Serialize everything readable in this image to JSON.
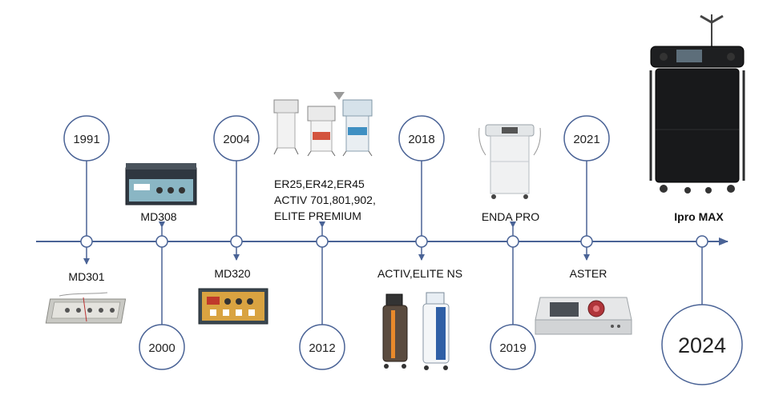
{
  "timeline": {
    "accent_color": "#4a6396",
    "nodes": [
      {
        "year": "1991",
        "product": "MD301",
        "picture": "md301-device"
      },
      {
        "year": "2000",
        "product": "MD308",
        "picture": "md308-device"
      },
      {
        "year": "2004",
        "product": "MD320",
        "picture": "md320-device"
      },
      {
        "year": "2012",
        "product_lines": [
          "ER25,ER42,ER45",
          "ACTIV 701,801,902,",
          "ELITE PREMIUM"
        ],
        "picture": "er-activ-elite-carts"
      },
      {
        "year": "2018",
        "product": "ACTIV,ELITE NS",
        "picture": "activ-elite-ns-towers"
      },
      {
        "year": "2019",
        "product": "ENDA PRO",
        "picture": "enda-pro-cart"
      },
      {
        "year": "2021",
        "product": "ASTER",
        "picture": "aster-device"
      },
      {
        "year": "2024",
        "product": "Ipro MAX",
        "picture": "ipro-max-cabinet"
      }
    ]
  }
}
